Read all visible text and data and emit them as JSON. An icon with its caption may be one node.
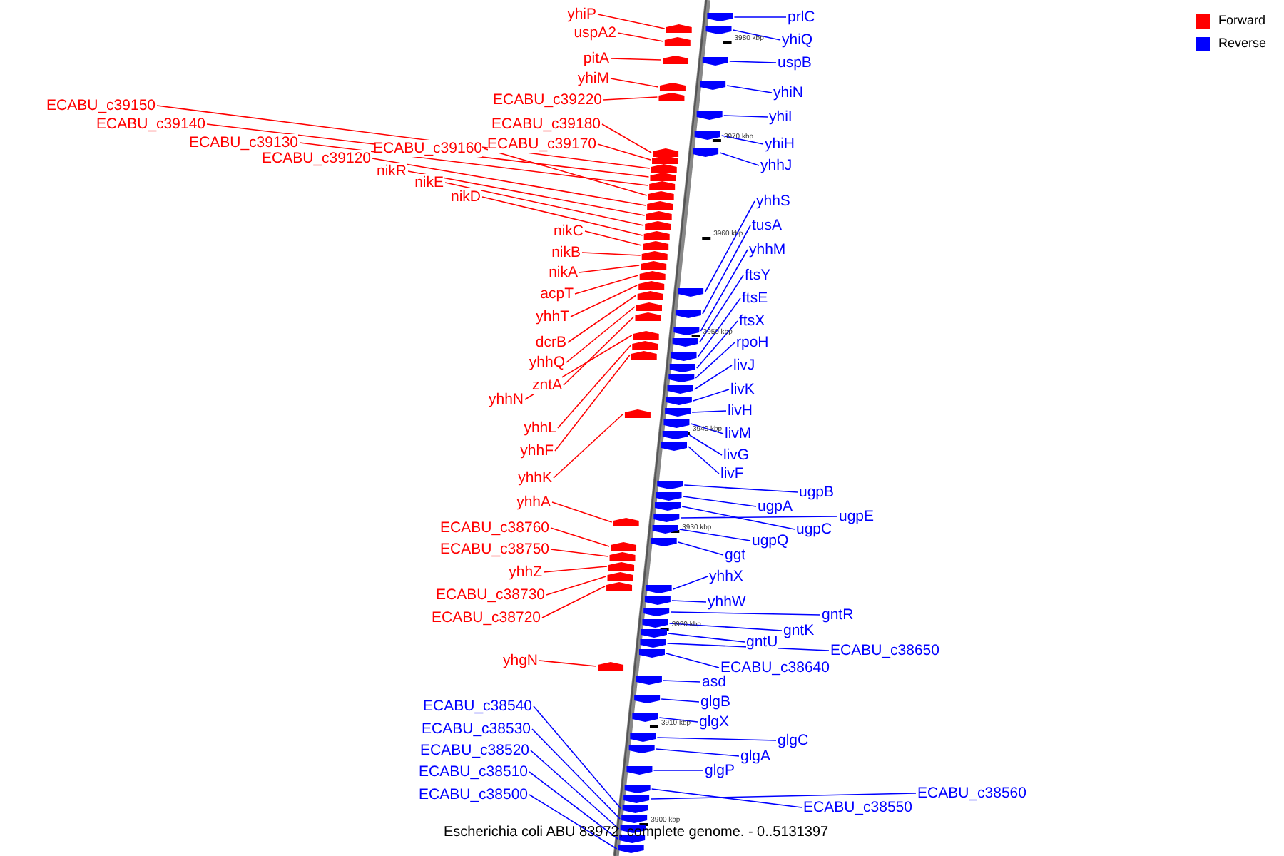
{
  "diagram": {
    "caption": "Escherichia coli ABU 83972, complete genome. - 0..5131397",
    "nodes": [
      {
        "text": [
          "yhiP"
        ]
      },
      {
        "text": [
          "uspA2"
        ]
      },
      {
        "text": [
          "pitA"
        ]
      },
      {
        "text": [
          "yhiM"
        ]
      },
      {
        "text": [
          "ECABU_c39220"
        ]
      },
      {
        "text": [
          "ECABU_c39150"
        ]
      },
      {
        "text": [
          "ECABU_c39140"
        ]
      },
      {
        "text": [
          "ECABU_c39180"
        ]
      },
      {
        "text": [
          "ECABU_c39130"
        ]
      },
      {
        "text": [
          "ECABU_c39160"
        ]
      },
      {
        "text": [
          "ECABU_c39170"
        ]
      },
      {
        "text": [
          "ECABU_c39120"
        ]
      },
      {
        "text": [
          "nikR"
        ]
      },
      {
        "text": [
          "nikE"
        ]
      },
      {
        "text": [
          "nikD"
        ]
      },
      {
        "text": [
          "nikC"
        ]
      },
      {
        "text": [
          "nikB"
        ]
      },
      {
        "text": [
          "nikA"
        ]
      },
      {
        "text": [
          "acpT"
        ]
      },
      {
        "text": [
          "yhhT"
        ]
      },
      {
        "text": [
          "dcrB"
        ]
      },
      {
        "text": [
          "yhhQ"
        ]
      },
      {
        "text": [
          "zntA"
        ]
      },
      {
        "text": [
          "yhhN"
        ]
      },
      {
        "text": [
          "yhhL"
        ]
      },
      {
        "text": [
          "yhhF"
        ]
      },
      {
        "text": [
          "yhhK"
        ]
      },
      {
        "text": [
          "yhhA"
        ]
      },
      {
        "text": [
          "ECABU_c38760"
        ]
      },
      {
        "text": [
          "ECABU_c38750"
        ]
      },
      {
        "text": [
          "yhhZ"
        ]
      },
      {
        "text": [
          "ECABU_c38730"
        ]
      },
      {
        "text": [
          "ECABU_c38720"
        ]
      },
      {
        "text": [
          "yhgN"
        ]
      },
      {
        "text": [
          "ECABU_c38540"
        ]
      },
      {
        "text": [
          "ECABU_c38530"
        ]
      },
      {
        "text": [
          "ECABU_c38520"
        ]
      },
      {
        "text": [
          "ECABU_c38510"
        ]
      },
      {
        "text": [
          "ECABU_c38500"
        ]
      },
      {
        "text": [
          "prlC"
        ]
      },
      {
        "text": [
          "yhiQ"
        ]
      },
      {
        "text": [
          "uspB"
        ]
      },
      {
        "text": [
          "yhiN"
        ]
      },
      {
        "text": [
          "yhiI"
        ]
      },
      {
        "text": [
          "yhiH"
        ]
      },
      {
        "text": [
          "yhhJ"
        ]
      },
      {
        "text": [
          "yhhS"
        ]
      },
      {
        "text": [
          "tusA"
        ]
      },
      {
        "text": [
          "yhhM"
        ]
      },
      {
        "text": [
          "ftsY"
        ]
      },
      {
        "text": [
          "ftsE"
        ]
      },
      {
        "text": [
          "ftsX"
        ]
      },
      {
        "text": [
          "rpoH"
        ]
      },
      {
        "text": [
          "livJ"
        ]
      },
      {
        "text": [
          "livK"
        ]
      },
      {
        "text": [
          "livH"
        ]
      },
      {
        "text": [
          "livM"
        ]
      },
      {
        "text": [
          "livG"
        ]
      },
      {
        "text": [
          "livF"
        ]
      },
      {
        "text": [
          "ugpB"
        ]
      },
      {
        "text": [
          "ugpA"
        ]
      },
      {
        "text": [
          "ugpC"
        ]
      },
      {
        "text": [
          "ugpE"
        ]
      },
      {
        "text": [
          "ugpQ"
        ]
      },
      {
        "text": [
          "ggt"
        ]
      },
      {
        "text": [
          "yhhX"
        ]
      },
      {
        "text": [
          "yhhW"
        ]
      },
      {
        "text": [
          "gntR"
        ]
      },
      {
        "text": [
          "gntK"
        ]
      },
      {
        "text": [
          "gntU"
        ]
      },
      {
        "text": [
          "ECABU_c38640"
        ]
      },
      {
        "text": [
          "ECABU_c38650"
        ]
      },
      {
        "text": [
          "asd"
        ]
      },
      {
        "text": [
          "glgB"
        ]
      },
      {
        "text": [
          "glgX"
        ]
      },
      {
        "text": [
          "glgC"
        ]
      },
      {
        "text": [
          "glgA"
        ]
      },
      {
        "text": [
          "glgP"
        ]
      },
      {
        "text": [
          "ECABU_c38550"
        ]
      },
      {
        "text": [
          "ECABU_c38560"
        ]
      },
      {
        "text": [],
        "shape": "arrow"
      },
      {
        "text": [],
        "shape": "arrow"
      },
      {
        "text": [],
        "shape": "arrow"
      },
      {
        "text": [],
        "shape": "arrow"
      },
      {
        "text": [],
        "shape": "arrow"
      },
      {
        "text": [],
        "shape": "arrow"
      },
      {
        "text": [],
        "shape": "arrow"
      },
      {
        "text": [],
        "shape": "arrow"
      },
      {
        "text": [],
        "shape": "arrow"
      },
      {
        "text": [],
        "shape": "arrow"
      },
      {
        "text": [],
        "shape": "arrow"
      },
      {
        "text": [],
        "shape": "arrow"
      },
      {
        "text": [],
        "shape": "arrow"
      },
      {
        "text": [],
        "shape": "arrow"
      },
      {
        "text": [],
        "shape": "arrow"
      },
      {
        "text": [],
        "shape": "arrow"
      },
      {
        "text": [],
        "shape": "arrow"
      },
      {
        "text": [],
        "shape": "arrow"
      },
      {
        "text": [],
        "shape": "arrow"
      },
      {
        "text": [],
        "shape": "arrow"
      },
      {
        "text": [],
        "shape": "arrow"
      },
      {
        "text": [],
        "shape": "arrow"
      },
      {
        "text": [],
        "shape": "arrow"
      },
      {
        "text": [],
        "shape": "arrow"
      },
      {
        "text": [],
        "shape": "arrow"
      },
      {
        "text": [],
        "shape": "arrow"
      },
      {
        "text": [],
        "shape": "arrow"
      },
      {
        "text": [],
        "shape": "arrow"
      },
      {
        "text": [],
        "shape": "arrow"
      },
      {
        "text": [],
        "shape": "arrow"
      },
      {
        "text": [],
        "shape": "arrow"
      },
      {
        "text": [],
        "shape": "arrow"
      },
      {
        "text": [],
        "shape": "arrow"
      },
      {
        "text": [],
        "shape": "arrow"
      },
      {
        "text": [],
        "shape": "arrow"
      },
      {
        "text": [],
        "shape": "arrow"
      },
      {
        "text": [],
        "shape": "arrow"
      },
      {
        "text": [],
        "shape": "arrow"
      },
      {
        "text": [],
        "shape": "arrow"
      },
      {
        "text": [],
        "shape": "arrow"
      },
      {
        "text": [],
        "shape": "arrow"
      },
      {
        "text": [],
        "shape": "arrow"
      },
      {
        "text": [],
        "shape": "arrow"
      },
      {
        "text": [],
        "shape": "arrow"
      },
      {
        "text": [],
        "shape": "arrow"
      },
      {
        "text": [],
        "shape": "arrow"
      },
      {
        "text": [],
        "shape": "arrow"
      },
      {
        "text": [],
        "shape": "arrow"
      },
      {
        "text": [],
        "shape": "arrow"
      },
      {
        "text": [],
        "shape": "arrow"
      },
      {
        "text": [],
        "shape": "arrow"
      },
      {
        "text": [],
        "shape": "arrow"
      },
      {
        "text": [],
        "shape": "arrow"
      },
      {
        "text": [],
        "shape": "arrow"
      },
      {
        "text": [],
        "shape": "arrow"
      },
      {
        "text": [],
        "shape": "arrow"
      },
      {
        "text": [],
        "shape": "arrow"
      },
      {
        "text": [],
        "shape": "arrow"
      },
      {
        "text": [],
        "shape": "arrow"
      },
      {
        "text": [],
        "shape": "arrow"
      },
      {
        "text": [],
        "shape": "arrow"
      },
      {
        "text": [],
        "shape": "arrow"
      },
      {
        "text": [],
        "shape": "arrow"
      },
      {
        "text": [],
        "shape": "arrow"
      },
      {
        "text": [],
        "shape": "arrow"
      },
      {
        "text": [],
        "shape": "arrow"
      },
      {
        "text": [],
        "shape": "arrow"
      },
      {
        "text": [],
        "shape": "arrow"
      },
      {
        "text": [],
        "shape": "arrow"
      },
      {
        "text": [],
        "shape": "arrow"
      },
      {
        "text": [],
        "shape": "arrow"
      },
      {
        "text": [],
        "shape": "arrow"
      },
      {
        "text": [],
        "shape": "arrow"
      },
      {
        "text": [],
        "shape": "arrow"
      },
      {
        "text": [],
        "shape": "arrow"
      },
      {
        "text": [],
        "shape": "arrow"
      },
      {
        "text": [],
        "shape": "arrow"
      },
      {
        "text": [],
        "shape": "arrow"
      },
      {
        "text": [],
        "shape": "arrow"
      },
      {
        "text": [],
        "shape": "arrow"
      }
    ],
    "edges": [
      {
        "from": 0,
        "to": 81,
        "arrow": "none",
        "color": "#ff0000"
      },
      {
        "from": 1,
        "to": 83,
        "arrow": "none",
        "color": "#ff0000"
      },
      {
        "from": 2,
        "to": 84,
        "arrow": "none",
        "color": "#ff0000"
      },
      {
        "from": 3,
        "to": 87,
        "arrow": "none",
        "color": "#ff0000"
      },
      {
        "from": 4,
        "to": 88,
        "arrow": "none",
        "color": "#ff0000"
      },
      {
        "from": 5,
        "to": 94,
        "arrow": "none",
        "color": "#ff0000"
      },
      {
        "from": 6,
        "to": 95,
        "arrow": "none",
        "color": "#ff0000"
      },
      {
        "from": 7,
        "to": 91,
        "arrow": "none",
        "color": "#ff0000"
      },
      {
        "from": 8,
        "to": 96,
        "arrow": "none",
        "color": "#ff0000"
      },
      {
        "from": 9,
        "to": 97,
        "arrow": "none",
        "color": "#ff0000"
      },
      {
        "from": 10,
        "to": 93,
        "arrow": "none",
        "color": "#ff0000"
      },
      {
        "from": 11,
        "to": 98,
        "arrow": "none",
        "color": "#ff0000"
      },
      {
        "from": 12,
        "to": 99,
        "arrow": "none",
        "color": "#ff0000"
      },
      {
        "from": 13,
        "to": 100,
        "arrow": "none",
        "color": "#ff0000"
      },
      {
        "from": 14,
        "to": 101,
        "arrow": "none",
        "color": "#ff0000"
      },
      {
        "from": 15,
        "to": 102,
        "arrow": "none",
        "color": "#ff0000"
      },
      {
        "from": 16,
        "to": 103,
        "arrow": "none",
        "color": "#ff0000"
      },
      {
        "from": 17,
        "to": 104,
        "arrow": "none",
        "color": "#ff0000"
      },
      {
        "from": 18,
        "to": 105,
        "arrow": "none",
        "color": "#ff0000"
      },
      {
        "from": 19,
        "to": 106,
        "arrow": "none",
        "color": "#ff0000"
      },
      {
        "from": 20,
        "to": 108,
        "arrow": "none",
        "color": "#ff0000"
      },
      {
        "from": 21,
        "to": 109,
        "arrow": "none",
        "color": "#ff0000"
      },
      {
        "from": 22,
        "to": 111,
        "arrow": "none",
        "color": "#ff0000"
      },
      {
        "from": 23,
        "to": 113,
        "arrow": "none",
        "color": "#ff0000"
      },
      {
        "from": 24,
        "to": 115,
        "arrow": "none",
        "color": "#ff0000"
      },
      {
        "from": 25,
        "to": 116,
        "arrow": "none",
        "color": "#ff0000"
      },
      {
        "from": 26,
        "to": 123,
        "arrow": "none",
        "color": "#ff0000"
      },
      {
        "from": 27,
        "to": 131,
        "arrow": "none",
        "color": "#ff0000"
      },
      {
        "from": 28,
        "to": 134,
        "arrow": "none",
        "color": "#ff0000"
      },
      {
        "from": 29,
        "to": 135,
        "arrow": "none",
        "color": "#ff0000"
      },
      {
        "from": 30,
        "to": 136,
        "arrow": "none",
        "color": "#ff0000"
      },
      {
        "from": 31,
        "to": 137,
        "arrow": "none",
        "color": "#ff0000"
      },
      {
        "from": 32,
        "to": 138,
        "arrow": "none",
        "color": "#ff0000"
      },
      {
        "from": 33,
        "to": 146,
        "arrow": "none",
        "color": "#ff0000"
      },
      {
        "from": 34,
        "to": 155,
        "arrow": "none"
      },
      {
        "from": 35,
        "to": 156,
        "arrow": "none"
      },
      {
        "from": 36,
        "to": 157,
        "arrow": "none"
      },
      {
        "from": 37,
        "to": 158,
        "arrow": "none"
      },
      {
        "from": 38,
        "to": 159,
        "arrow": "none"
      },
      {
        "from": 39,
        "to": 80,
        "arrow": "none"
      },
      {
        "from": 40,
        "to": 82,
        "arrow": "none"
      },
      {
        "from": 41,
        "to": 85,
        "arrow": "none"
      },
      {
        "from": 42,
        "to": 86,
        "arrow": "none"
      },
      {
        "from": 43,
        "to": 89,
        "arrow": "none"
      },
      {
        "from": 44,
        "to": 90,
        "arrow": "none"
      },
      {
        "from": 45,
        "to": 92,
        "arrow": "none"
      },
      {
        "from": 46,
        "to": 107,
        "arrow": "none"
      },
      {
        "from": 47,
        "to": 110,
        "arrow": "none"
      },
      {
        "from": 48,
        "to": 112,
        "arrow": "none"
      },
      {
        "from": 49,
        "to": 114,
        "arrow": "none"
      },
      {
        "from": 50,
        "to": 117,
        "arrow": "none"
      },
      {
        "from": 51,
        "to": 118,
        "arrow": "none"
      },
      {
        "from": 52,
        "to": 119,
        "arrow": "none"
      },
      {
        "from": 53,
        "to": 120,
        "arrow": "none"
      },
      {
        "from": 54,
        "to": 121,
        "arrow": "none"
      },
      {
        "from": 55,
        "to": 122,
        "arrow": "none"
      },
      {
        "from": 56,
        "to": 124,
        "arrow": "none"
      },
      {
        "from": 57,
        "to": 125,
        "arrow": "none"
      },
      {
        "from": 58,
        "to": 126,
        "arrow": "none"
      },
      {
        "from": 59,
        "to": 127,
        "arrow": "none"
      },
      {
        "from": 60,
        "to": 128,
        "arrow": "none"
      },
      {
        "from": 61,
        "to": 129,
        "arrow": "none"
      },
      {
        "from": 62,
        "to": 130,
        "arrow": "none"
      },
      {
        "from": 63,
        "to": 132,
        "arrow": "none"
      },
      {
        "from": 64,
        "to": 133,
        "arrow": "none"
      },
      {
        "from": 65,
        "to": 139,
        "arrow": "none"
      },
      {
        "from": 66,
        "to": 140,
        "arrow": "none"
      },
      {
        "from": 67,
        "to": 141,
        "arrow": "none"
      },
      {
        "from": 68,
        "to": 142,
        "arrow": "none"
      },
      {
        "from": 69,
        "to": 143,
        "arrow": "none"
      },
      {
        "from": 70,
        "to": 145,
        "arrow": "none"
      },
      {
        "from": 71,
        "to": 144,
        "arrow": "none"
      },
      {
        "from": 72,
        "to": 147,
        "arrow": "none"
      },
      {
        "from": 73,
        "to": 148,
        "arrow": "none"
      },
      {
        "from": 74,
        "to": 149,
        "arrow": "none"
      },
      {
        "from": 75,
        "to": 150,
        "arrow": "none"
      },
      {
        "from": 76,
        "to": 151,
        "arrow": "none"
      },
      {
        "from": 77,
        "to": 152,
        "arrow": "none"
      },
      {
        "from": 78,
        "to": 153,
        "arrow": "none"
      },
      {
        "from": 79,
        "to": 154,
        "arrow": "none"
      }
    ],
    "labels": [
      "3980 kbp",
      "3970 kbp",
      "3960 kbp",
      "3950 kbp",
      "3940 kbp",
      "3930 kbp",
      "3920 kbp",
      "3910 kbp",
      "3900 kbp"
    ],
    "legend": [
      {
        "text": "Forward",
        "color": "#ff0000"
      },
      {
        "text": "Reverse",
        "color": "#0000ff"
      }
    ]
  }
}
